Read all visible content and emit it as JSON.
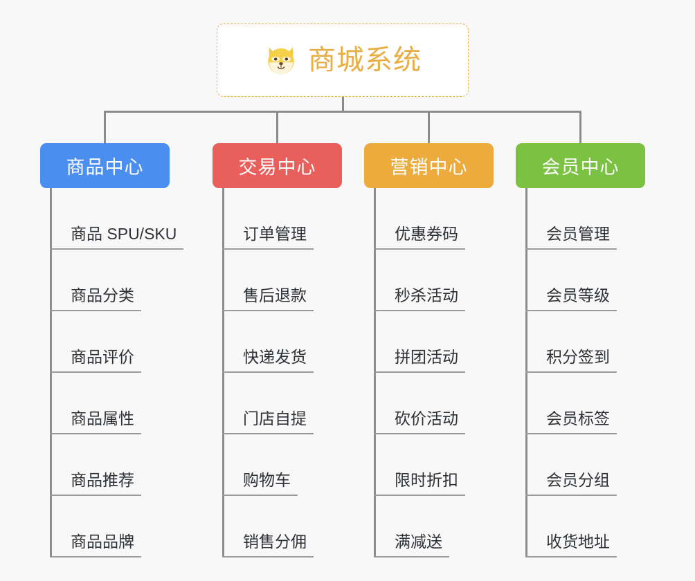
{
  "page": {
    "background_color": "#f8f8f8",
    "type": "mindmap",
    "connector_color": "#8c8c8c"
  },
  "root": {
    "title": "商城系统",
    "icon": "shiba-dog-face-icon",
    "border_color": "#eab14c",
    "text_color": "#e8ae45",
    "background_color": "#ffffff"
  },
  "branches": [
    {
      "title": "商品中心",
      "color": "#4a8ef0",
      "items": [
        {
          "label": "商品 SPU/SKU"
        },
        {
          "label": "商品分类"
        },
        {
          "label": "商品评价"
        },
        {
          "label": "商品属性"
        },
        {
          "label": "商品推荐"
        },
        {
          "label": "商品品牌"
        }
      ]
    },
    {
      "title": "交易中心",
      "color": "#e95f5c",
      "items": [
        {
          "label": "订单管理"
        },
        {
          "label": "售后退款"
        },
        {
          "label": "快递发货"
        },
        {
          "label": "门店自提"
        },
        {
          "label": "购物车"
        },
        {
          "label": "销售分佣"
        }
      ]
    },
    {
      "title": "营销中心",
      "color": "#edab3e",
      "items": [
        {
          "label": "优惠券码"
        },
        {
          "label": "秒杀活动"
        },
        {
          "label": "拼团活动"
        },
        {
          "label": "砍价活动"
        },
        {
          "label": "限时折扣"
        },
        {
          "label": "满减送"
        }
      ]
    },
    {
      "title": "会员中心",
      "color": "#7bc242",
      "items": [
        {
          "label": "会员管理"
        },
        {
          "label": "会员等级"
        },
        {
          "label": "积分签到"
        },
        {
          "label": "会员标签"
        },
        {
          "label": "会员分组"
        },
        {
          "label": "收货地址"
        }
      ]
    }
  ]
}
